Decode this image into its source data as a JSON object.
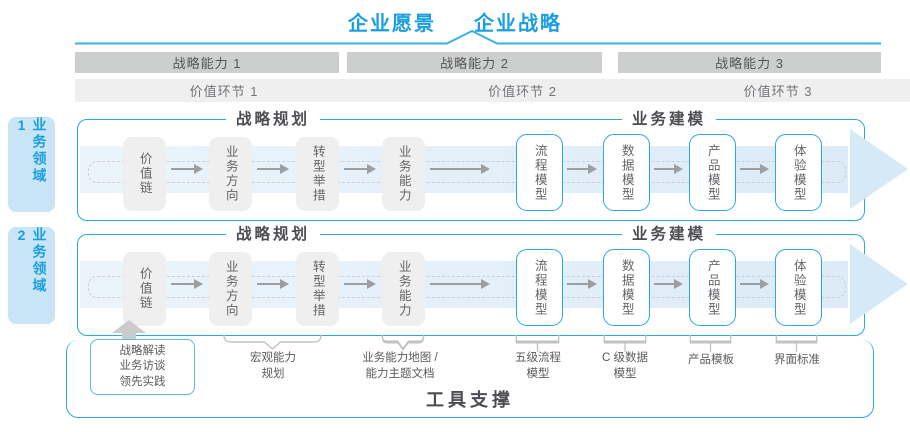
{
  "title": {
    "vision": "企业愿景",
    "strategy": "企业战略"
  },
  "strategy_capabilities": [
    "战略能力 1",
    "战略能力 2",
    "战略能力 3"
  ],
  "value_links": [
    "价值环节 1",
    "价值环节 2",
    "价值环节 3"
  ],
  "business_domains": [
    "业务领域 1",
    "业务领域 2"
  ],
  "sections": {
    "planning": "战略规划",
    "modeling": "业务建模"
  },
  "boxes": {
    "planning": [
      "价值链",
      "业务方向",
      "转型举措",
      "业务能力"
    ],
    "modeling": [
      "流程模型",
      "数据模型",
      "产品模型",
      "体验模型"
    ]
  },
  "tools": {
    "practice_box": "战略解读\n业务访谈\n领先实践",
    "labels": [
      "宏观能力\n规划",
      "业务能力地图 /\n能力主题文档",
      "五级流程\n模型",
      "C 级数据\n模型",
      "产品模板",
      "界面标准"
    ],
    "title": "工具支撑"
  },
  "colors": {
    "accent_blue": "#1B9EE0",
    "border_blue": "#2AA9E1",
    "light_blue_fill": "#C7E5F5",
    "band_gray": "#CDCECE",
    "chevron_gray": "#EFEFEF",
    "node_gray": "#EFEFEF",
    "flow_band_blue": "#DFEEF8",
    "text_dark": "#4C4D52",
    "text_gray": "#5A5B5E"
  }
}
